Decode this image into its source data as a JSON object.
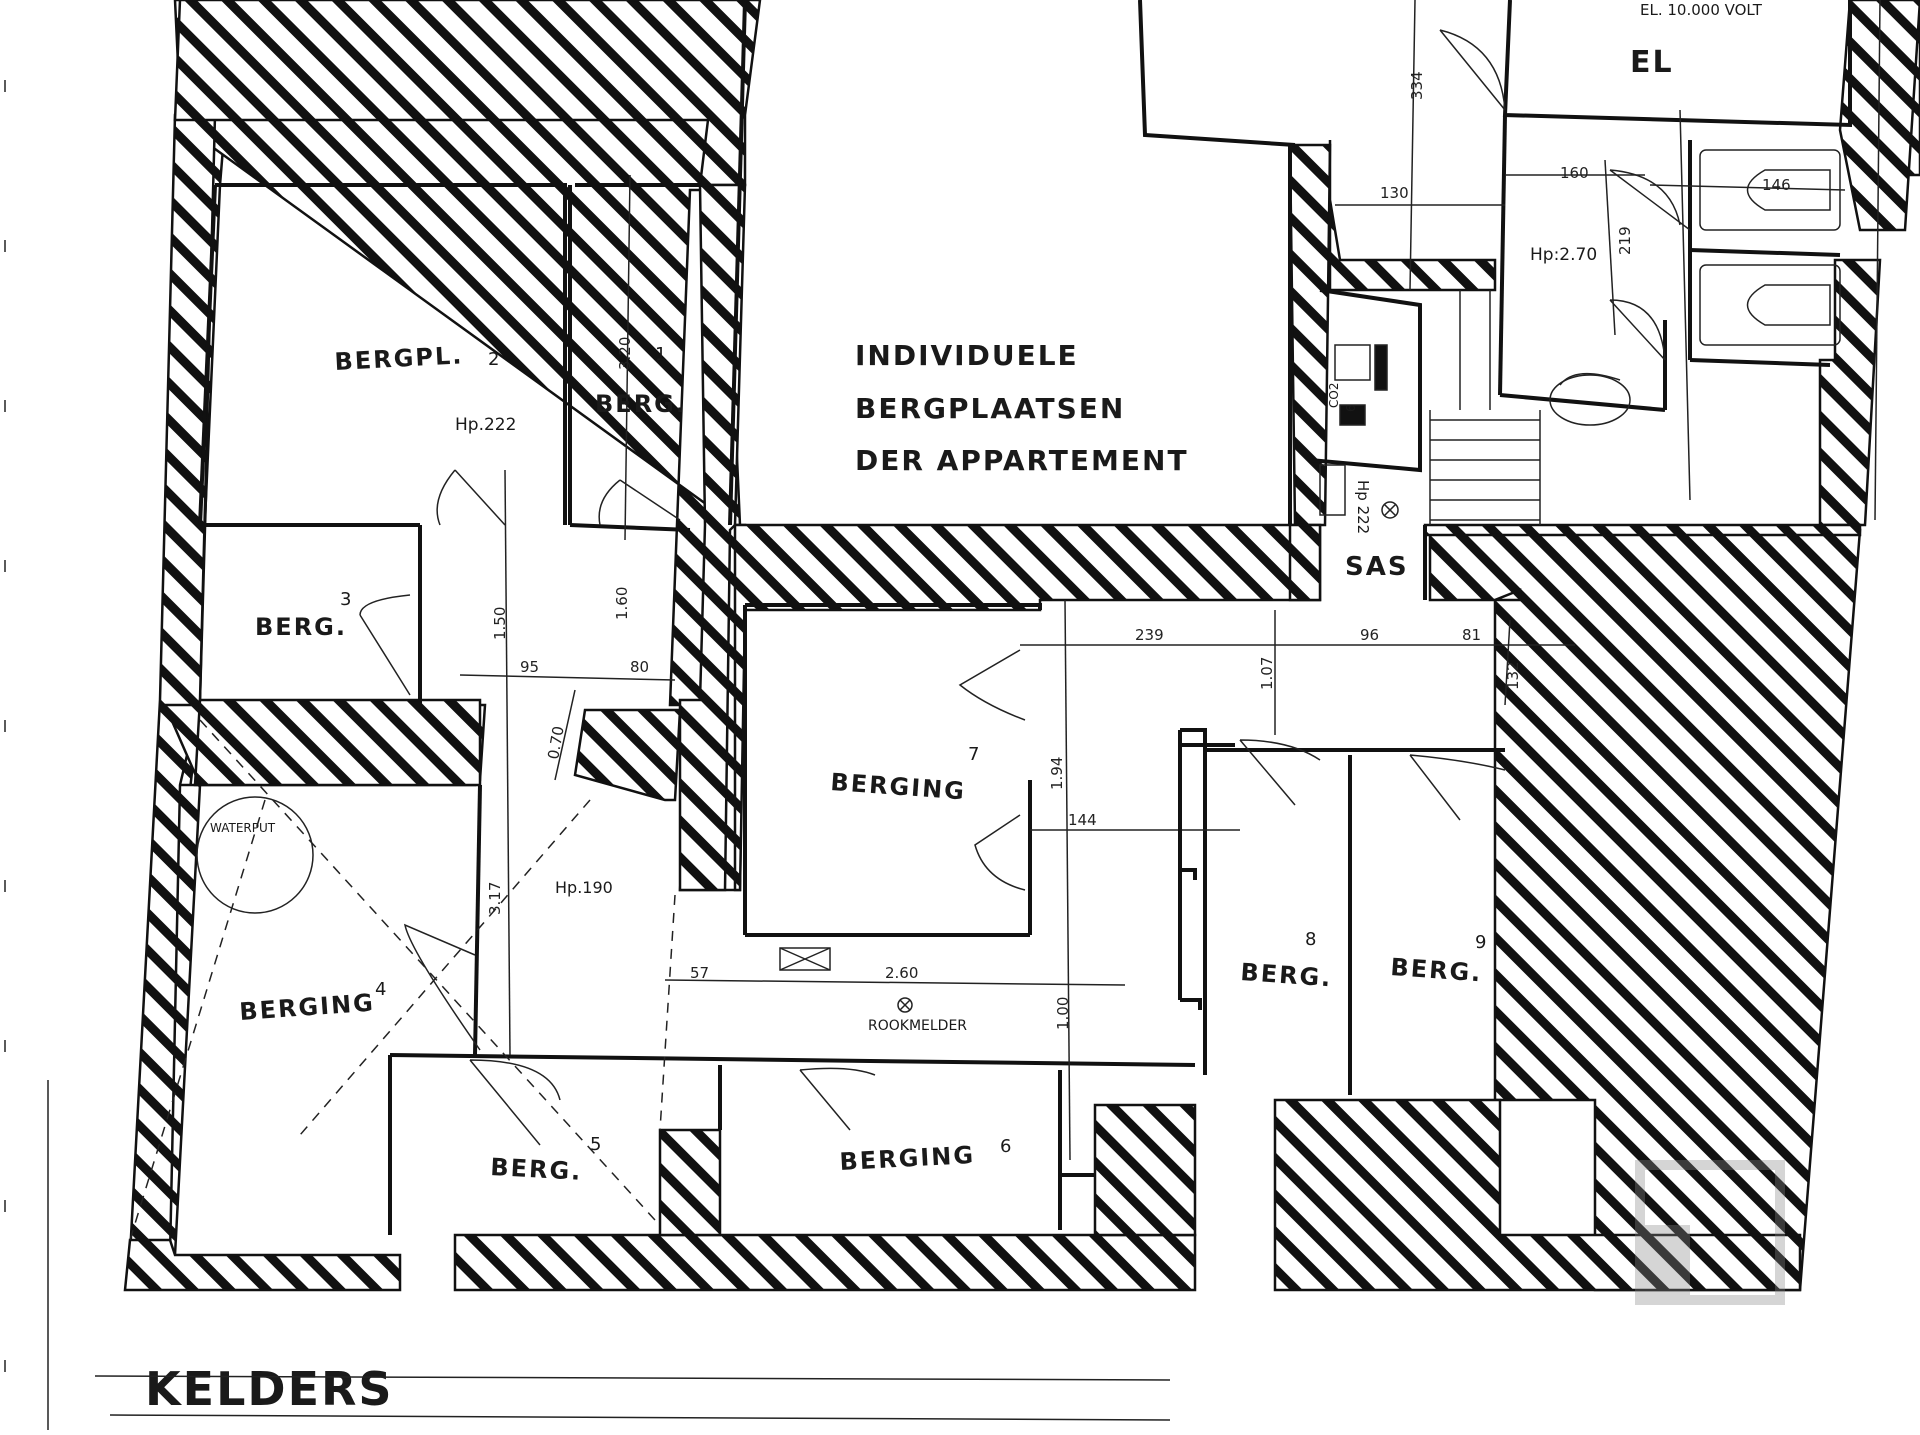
{
  "labels": {
    "bergpl_2": "BERGPL.",
    "num_2": "2",
    "berg_1": "BERG.",
    "num_1": "1",
    "hp_222": "Hp.222",
    "berg_3": "BERG.",
    "num_3": "3",
    "individuele_1": "INDIVIDUELE",
    "individuele_2": "BERGPLAATSEN",
    "individuele_3": "DER APPARTEMENT",
    "el_voltage": "EL. 10.000 VOLT",
    "el": "EL",
    "hp_2_70": "Hp:2.70",
    "hp_222_sas": "Hp 222",
    "sas": "SAS",
    "berging_7": "BERGING",
    "num_7": "7",
    "waterput": "WATERPUT",
    "hp_190": "Hp.190",
    "berging_4": "BERGING",
    "num_4": "4",
    "berg_8": "BERG.",
    "num_8": "8",
    "berg_9": "BERG.",
    "num_9": "9",
    "rookmelder": "ROOKMELDER",
    "berg_5": "BERG.",
    "num_5": "5",
    "berging_6": "BERGING",
    "num_6": "6",
    "kelders": "KELDERS",
    "co2": "CO2",
    "six": "6"
  },
  "dimensions": {
    "d334": "334",
    "d130": "130",
    "d160": "160",
    "d146": "146",
    "d219": "219",
    "d320": "3.20",
    "d150": "1.50",
    "d160b": "1.60",
    "d95": "95",
    "d80": "80",
    "d70": "0.70",
    "d239": "239",
    "d96": "96",
    "d81": "81",
    "d132": "132",
    "d107": "1.07",
    "d194": "1.94",
    "d144": "144",
    "d317": "3.17",
    "d57": "57",
    "d260": "2.60",
    "d100": "1.00"
  }
}
